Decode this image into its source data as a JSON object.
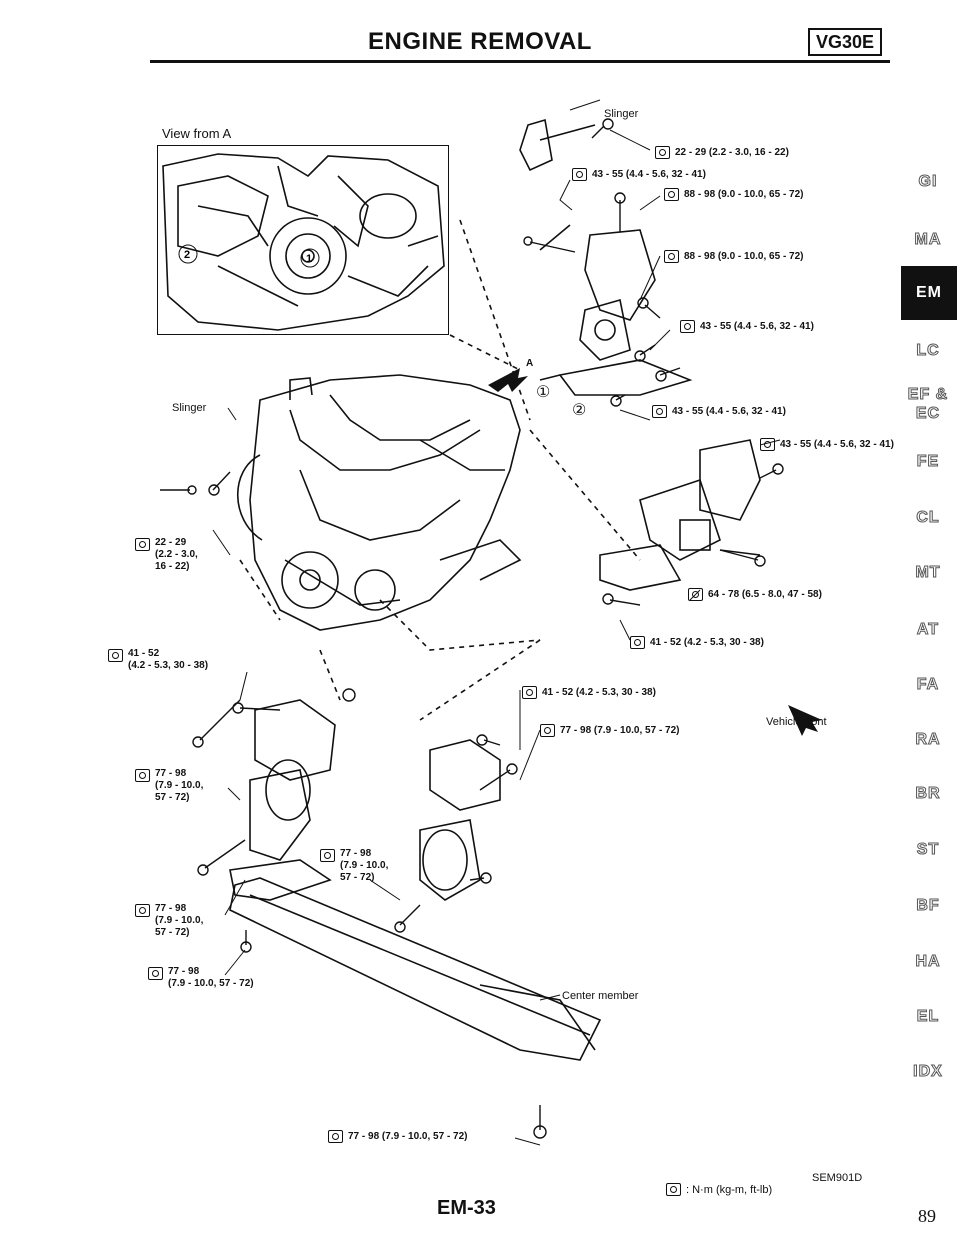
{
  "header": {
    "title": "ENGINE REMOVAL",
    "engine_badge": "VG30E"
  },
  "inset_caption": "View from A",
  "callouts": {
    "slinger_top": "Slinger",
    "t1": "22 - 29 (2.2 - 3.0, 16 - 22)",
    "t2": "43 - 55 (4.4 - 5.6, 32 - 41)",
    "t3": "88 - 98 (9.0 - 10.0, 65 - 72)",
    "t4": "88 - 98 (9.0 - 10.0, 65 - 72)",
    "t5": "43 - 55 (4.4 - 5.6, 32 - 41)",
    "arrow_a": "A",
    "part1": "①",
    "part2": "②",
    "t6": "43 - 55 (4.4 - 5.6, 32 - 41)",
    "t7": "43 - 55 (4.4 - 5.6, 32 - 41)",
    "slinger_left": "Slinger",
    "t8_l1": "22 - 29",
    "t8_l2": "(2.2 - 3.0,",
    "t8_l3": "16 - 22)",
    "t9": "64 - 78 (6.5 - 8.0, 47 - 58)",
    "t10": "41 - 52 (4.2 - 5.3, 30 - 38)",
    "t11_l1": "41 - 52",
    "t11_l2": "(4.2 - 5.3, 30 - 38)",
    "t12": "41 - 52 (4.2 - 5.3, 30 - 38)",
    "t13": "77 - 98 (7.9 - 10.0, 57 - 72)",
    "vehicle_front": "Vehicle front",
    "t14_l1": "77 - 98",
    "t14_l2": "(7.9 - 10.0,",
    "t14_l3": "57 - 72)",
    "t15_l1": "77 - 98",
    "t15_l2": "(7.9 - 10.0,",
    "t15_l3": "57 - 72)",
    "t16_l1": "77 - 98",
    "t16_l2": "(7.9 - 10.0,",
    "t16_l3": "57 - 72)",
    "t17_l1": "77 - 98",
    "t17_l2": "(7.9 - 10.0, 57 - 72)",
    "center_member": "Center member",
    "t18": "77 - 98 (7.9 - 10.0, 57 - 72)"
  },
  "legend": {
    "unit": ": N·m (kg-m, ft-lb)"
  },
  "side_tabs": [
    "GI",
    "MA",
    "EM",
    "LC",
    "EF &",
    "EC",
    "FE",
    "CL",
    "MT",
    "AT",
    "FA",
    "RA",
    "BR",
    "ST",
    "BF",
    "HA",
    "EL",
    "IDX"
  ],
  "footer": {
    "figure_code": "SEM901D",
    "page_ref": "EM-33",
    "page_number": "89"
  },
  "colors": {
    "ink": "#111111",
    "paper": "#ffffff",
    "active_tab": "#111111"
  }
}
